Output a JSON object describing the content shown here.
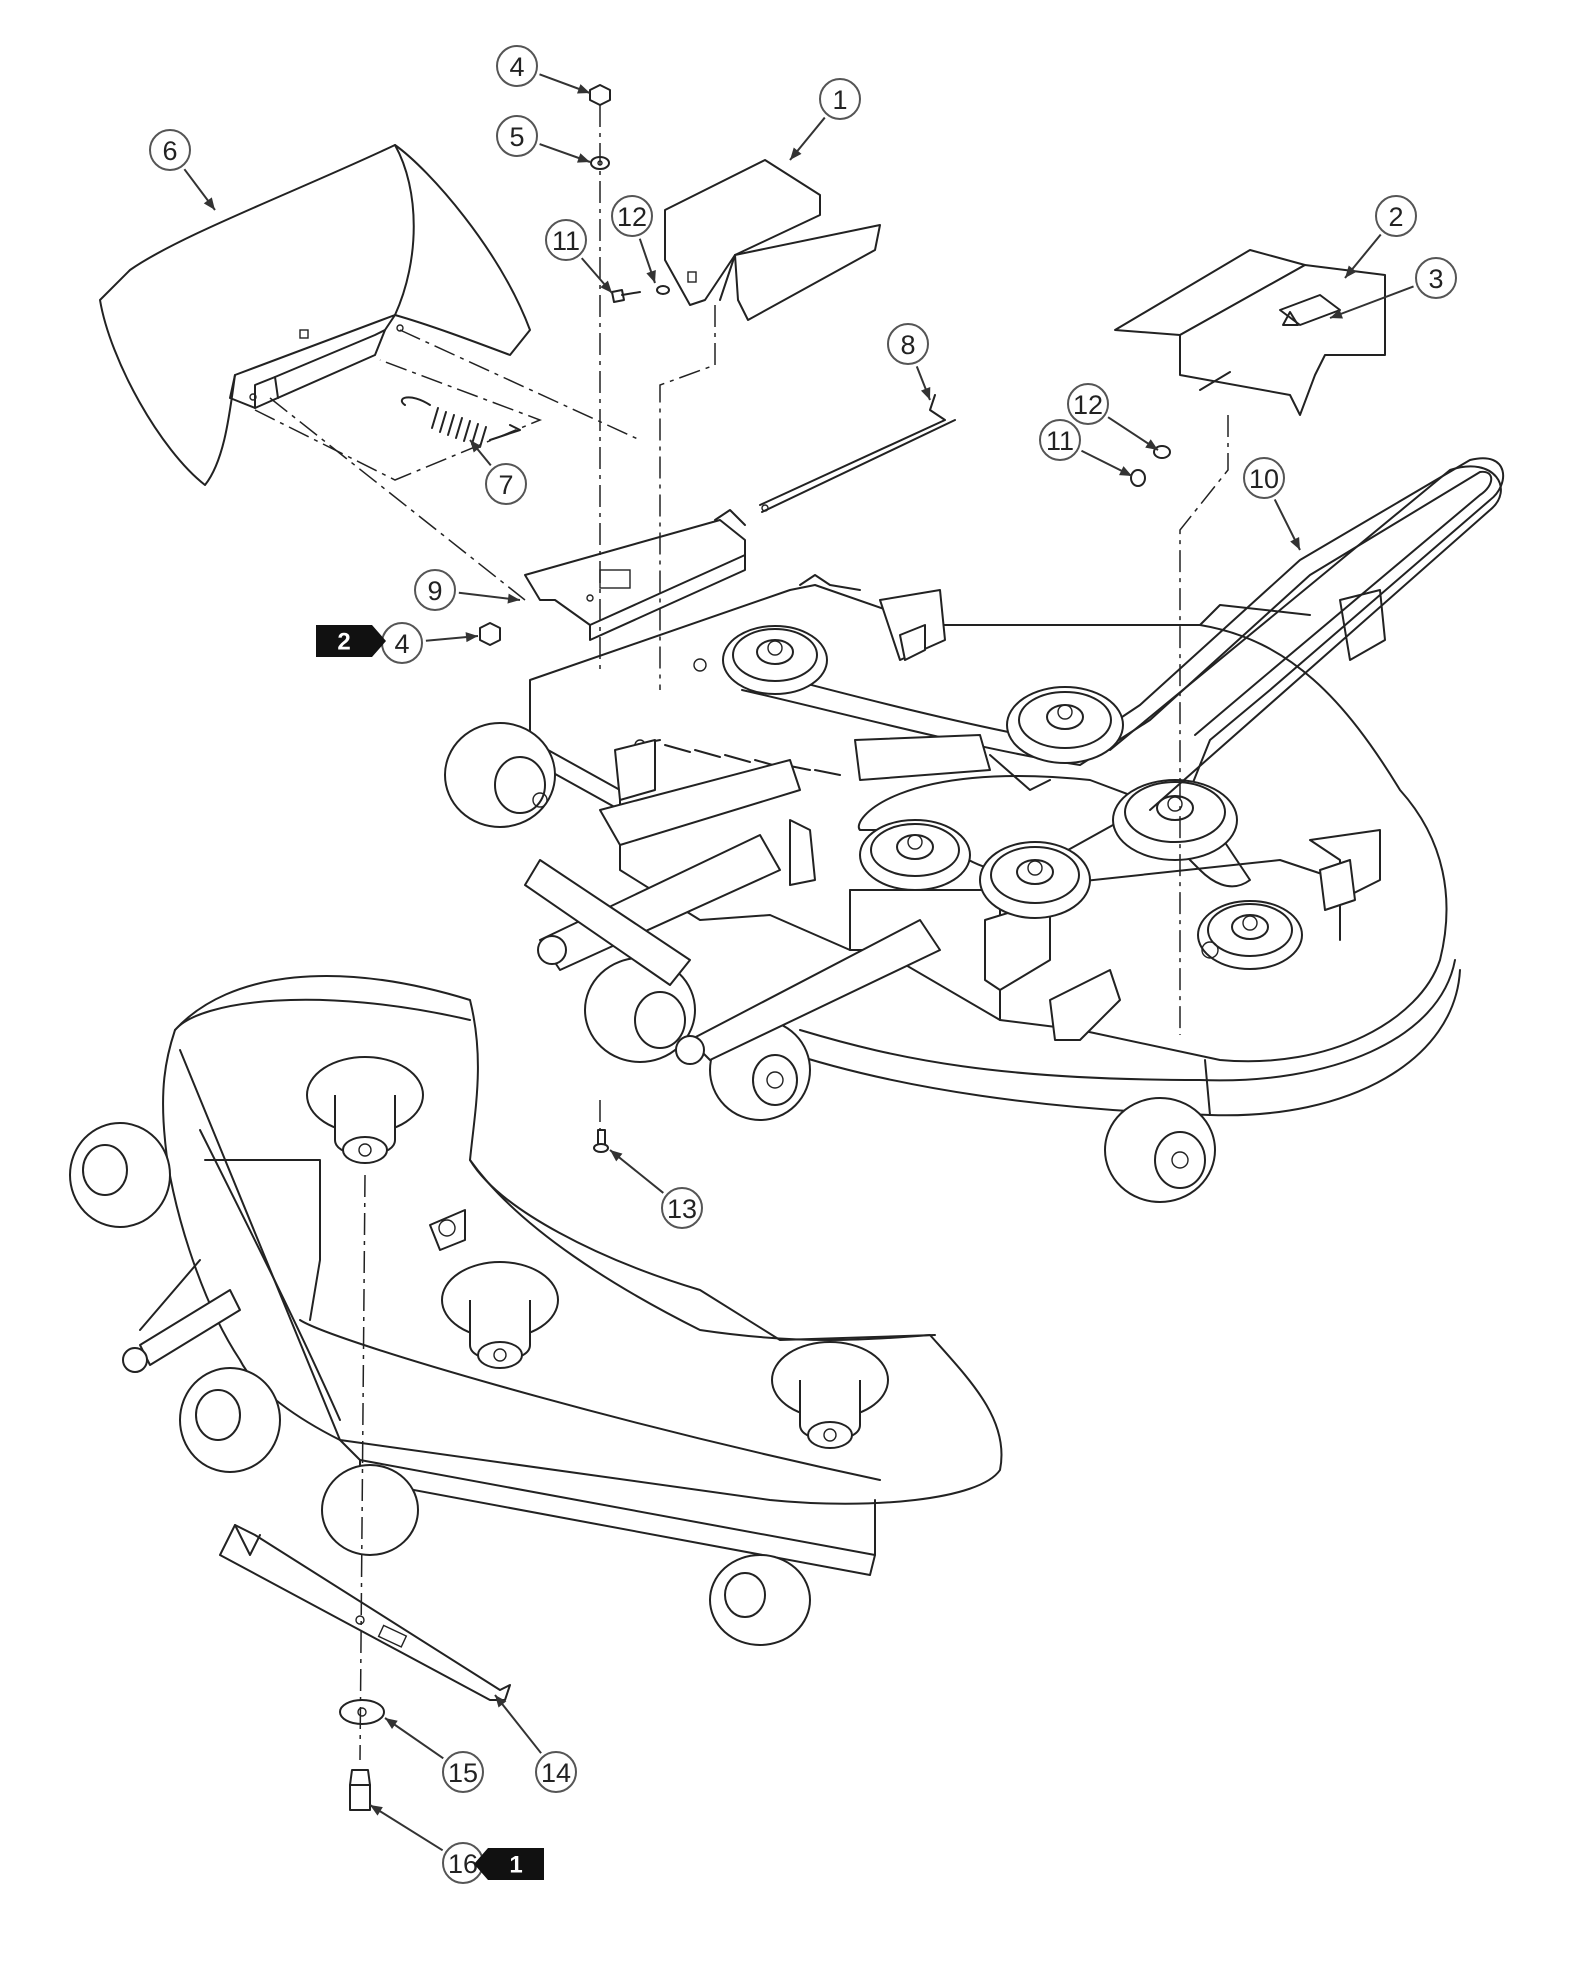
{
  "callouts": [
    {
      "id": "c4a",
      "label": "4"
    },
    {
      "id": "c5",
      "label": "5"
    },
    {
      "id": "c1",
      "label": "1"
    },
    {
      "id": "c6",
      "label": "6"
    },
    {
      "id": "c12a",
      "label": "12"
    },
    {
      "id": "c11a",
      "label": "11"
    },
    {
      "id": "c2",
      "label": "2"
    },
    {
      "id": "c3",
      "label": "3"
    },
    {
      "id": "c8",
      "label": "8"
    },
    {
      "id": "c7",
      "label": "7"
    },
    {
      "id": "c12b",
      "label": "12"
    },
    {
      "id": "c11b",
      "label": "11"
    },
    {
      "id": "c10",
      "label": "10"
    },
    {
      "id": "c9",
      "label": "9"
    },
    {
      "id": "c4b",
      "label": "4"
    },
    {
      "id": "c13",
      "label": "13"
    },
    {
      "id": "c15",
      "label": "15"
    },
    {
      "id": "c14",
      "label": "14"
    },
    {
      "id": "c16",
      "label": "16"
    }
  ],
  "flags": [
    {
      "id": "flag2",
      "label": "2"
    },
    {
      "id": "flag1",
      "label": "1"
    }
  ]
}
